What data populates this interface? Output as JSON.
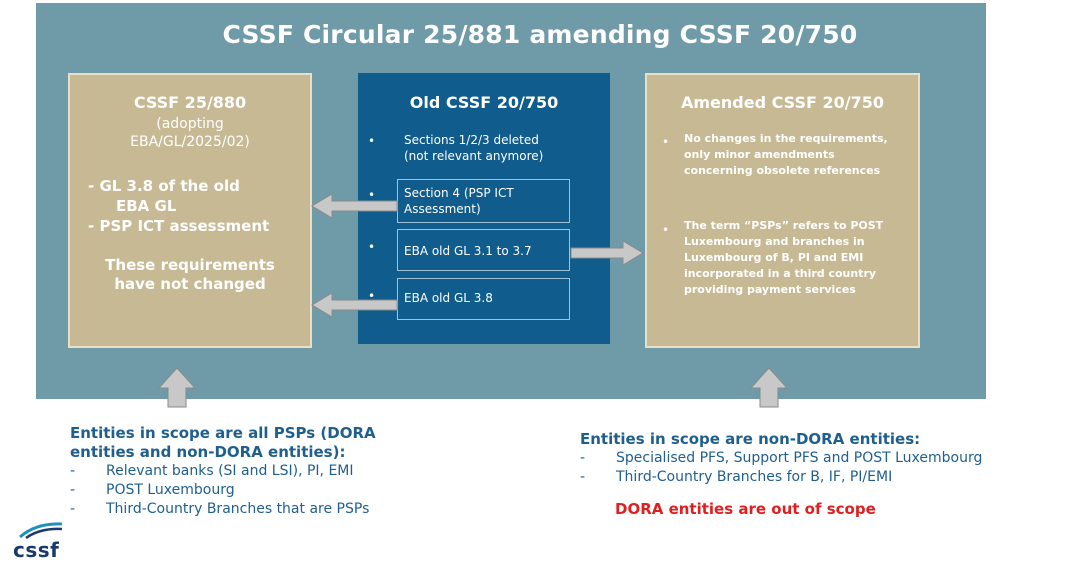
{
  "title": "CSSF Circular 25/881 amending CSSF 20/750",
  "left_box": {
    "title": "CSSF 25/880",
    "subtitle_line1": "(adopting",
    "subtitle_line2": "EBA/GL/2025/02)",
    "bullet1_line1": "- GL 3.8 of the old",
    "bullet1_line2": "EBA GL",
    "bullet2": "- PSP ICT assessment",
    "note_line1": "These requirements",
    "note_line2": "have not changed"
  },
  "middle_box": {
    "title": "Old CSSF 20/750",
    "item1_line1": "Sections 1/2/3 deleted",
    "item1_line2": "(not relevant anymore)",
    "item2_line1": "Section 4 (PSP ICT",
    "item2_line2": "Assessment)",
    "item3": "EBA old GL 3.1 to 3.7",
    "item4": "EBA old GL 3.8"
  },
  "right_box": {
    "title": "Amended CSSF 20/750",
    "item1": "No changes in the requirements, only minor amendments concerning obsolete references",
    "item2": "The term “PSPs” refers to POST Luxembourg and branches in Luxembourg of B, PI and EMI incorporated in a third country providing payment services"
  },
  "bottom_left": {
    "heading_line1": "Entities in scope are all PSPs (DORA",
    "heading_line2": "entities and non-DORA entities):",
    "items": [
      "Relevant banks (SI and LSI), PI, EMI",
      "POST Luxembourg",
      "Third-Country Branches that are PSPs"
    ]
  },
  "bottom_right": {
    "heading": "Entities in scope are non-DORA entities:",
    "items": [
      "Specialised PFS, Support PFS and POST Luxembourg",
      "Third-Country Branches for B, IF, PI/EMI"
    ],
    "note": "DORA entities are out of scope"
  },
  "logo": {
    "text": "cssf"
  },
  "colors": {
    "panel": "#6f9aa8",
    "tan_box": "#c7b993",
    "blue_box": "#0f5c8d",
    "arrow": "#c8c8c8",
    "bottom_text": "#1f5f8e",
    "alert": "#e02020"
  }
}
